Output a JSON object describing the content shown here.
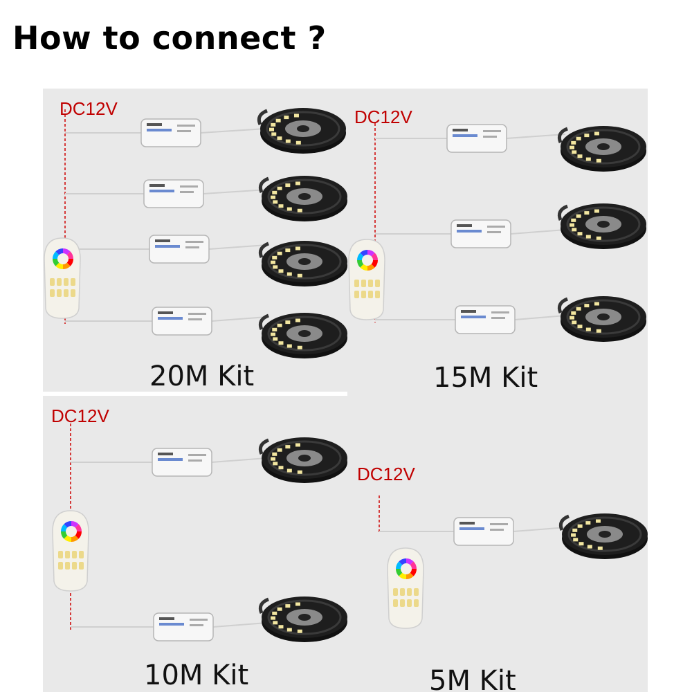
{
  "heading": "How to connect ?",
  "colors": {
    "panel_bg": "#e9e9e9",
    "dc_text": "#c00000",
    "power_line": "#d01010",
    "wire": "#cfcfcf",
    "strip_dark": "#1e1e1e",
    "led_yellow": "#f2e6a0"
  },
  "kits": [
    {
      "label": "20M Kit",
      "dc_label": "DC12V",
      "channels": 4
    },
    {
      "label": "15M Kit",
      "dc_label": "DC12V",
      "channels": 3
    },
    {
      "label": "10M Kit",
      "dc_label": "DC12V",
      "channels": 2
    },
    {
      "label": "5M Kit",
      "dc_label": "DC12V",
      "channels": 1
    }
  ],
  "icons": [
    "rgbw-remote-icon",
    "controller-box-icon",
    "led-strip-reel-icon"
  ]
}
